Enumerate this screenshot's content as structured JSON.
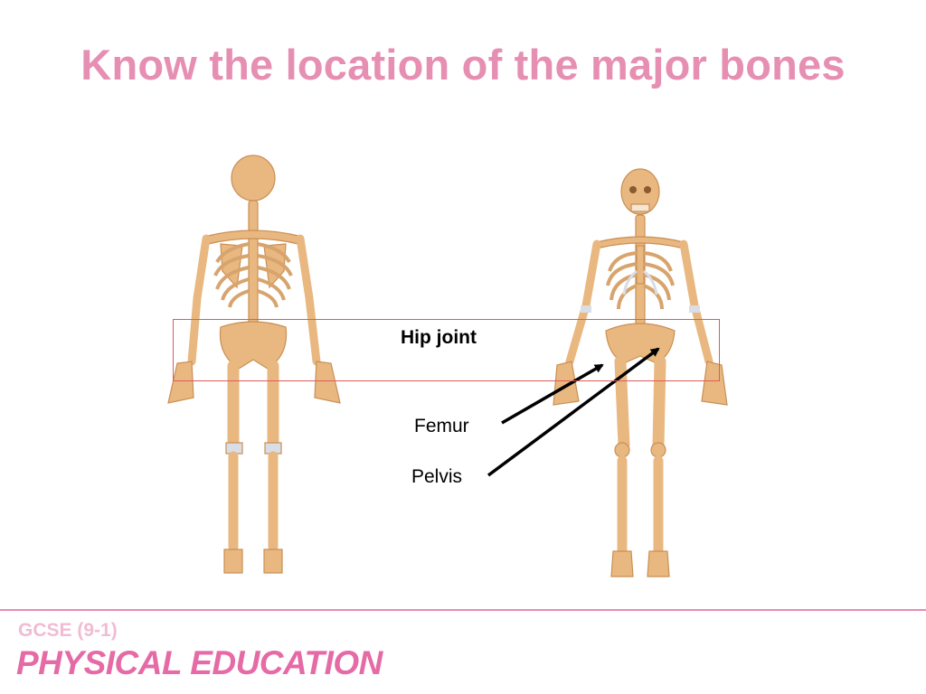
{
  "slide": {
    "title": "Know the location of the major bones"
  },
  "labels": {
    "hip_joint": "Hip joint",
    "femur": "Femur",
    "pelvis": "Pelvis"
  },
  "footer": {
    "course": "GCSE (9-1)",
    "subject": "PHYSICAL EDUCATION"
  },
  "colors": {
    "title": "#e68fb3",
    "bone": "#e9b880",
    "bone_shadow": "#c98f55",
    "cartilage": "#d9dde6",
    "highlight_border": "#e05a5a",
    "footer_rule": "#e88bb5",
    "brand_light": "#f0bcd4",
    "brand_dark": "#e56aa5"
  },
  "illustrations": [
    "skeleton-posterior-view",
    "skeleton-anterior-view"
  ]
}
